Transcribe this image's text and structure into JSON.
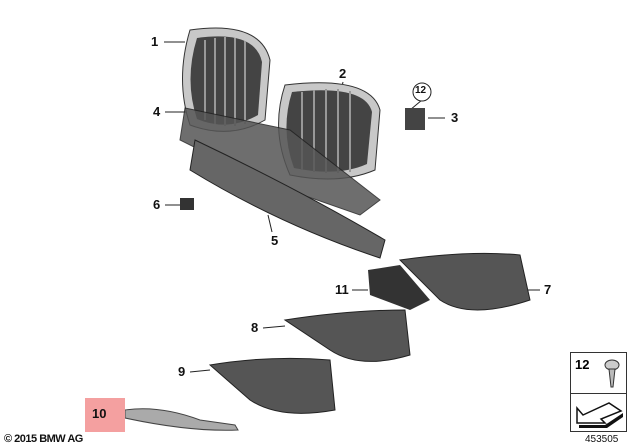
{
  "diagram": {
    "callouts": {
      "p1": "1",
      "p2": "2",
      "p3": "3",
      "p4": "4",
      "p5": "5",
      "p6": "6",
      "p7": "7",
      "p8": "8",
      "p9": "9",
      "p10": "10",
      "p11": "11",
      "p12": "12"
    },
    "highlighted_part": "10",
    "highlight_color": "#f4a0a0",
    "legend": {
      "part": "12",
      "icons": [
        "screw-icon",
        "arrow-icon"
      ]
    },
    "copyright": "© 2015 BMW AG",
    "diagram_number": "453505"
  }
}
